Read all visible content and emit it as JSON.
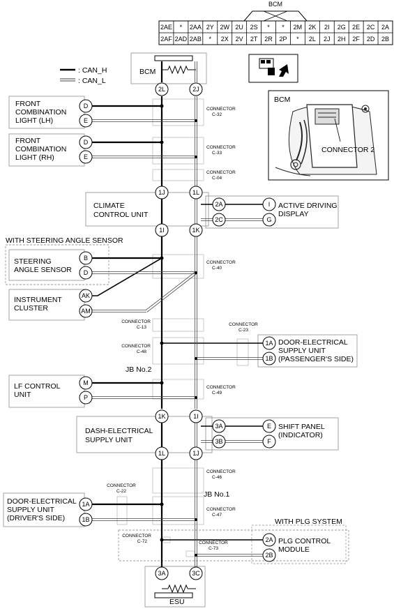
{
  "bcm_connector": {
    "title": "BCM",
    "row1": [
      "2AE",
      "*",
      "2AA",
      "2Y",
      "2W",
      "2U",
      "2S",
      "*",
      "*",
      "2M",
      "2K",
      "2I",
      "2G",
      "2E",
      "2C",
      "2A"
    ],
    "row2": [
      "2AF",
      "2AD",
      "2AB",
      "*",
      "2X",
      "2V",
      "2T",
      "2R",
      "2P",
      "*",
      "2L",
      "2J",
      "2H",
      "2F",
      "2D",
      "2B"
    ]
  },
  "legend": {
    "can_h": ": CAN_H",
    "can_l": ": CAN_L"
  },
  "inset": {
    "bcm": "BCM",
    "connector": "CONNECTOR 2"
  },
  "components": {
    "bcm": "BCM",
    "front_comb_lh": [
      "FRONT",
      "COMBINATION",
      "LIGHT (LH)"
    ],
    "front_comb_rh": [
      "FRONT",
      "COMBINATION",
      "LIGHT (RH)"
    ],
    "climate": [
      "CLIMATE",
      "CONTROL UNIT"
    ],
    "active_driving": [
      "ACTIVE DRIVING",
      "DISPLAY"
    ],
    "steering_group": "WITH STEERING ANGLE SENSOR",
    "steering": [
      "STEERING",
      "ANGLE SENSOR"
    ],
    "instrument": [
      "INSTRUMENT",
      "CLUSTER"
    ],
    "door_passenger": [
      "DOOR-ELECTRICAL",
      "SUPPLY UNIT",
      "(PASSENGER'S SIDE)"
    ],
    "jb2": "JB No.2",
    "lf_control": [
      "LF CONTROL",
      "UNIT"
    ],
    "dash_supply": [
      "DASH-ELECTRICAL",
      "SUPPLY UNIT"
    ],
    "shift_panel": [
      "SHIFT PANEL",
      "(INDICATOR)"
    ],
    "jb1": "JB No.1",
    "door_driver": [
      "DOOR-ELECTRICAL",
      "SUPPLY UNIT",
      "(DRIVER'S SIDE)"
    ],
    "plg_group": "WITH PLG SYSTEM",
    "plg": [
      "PLG CONTROL",
      "MODULE"
    ],
    "esu": "ESU"
  },
  "connectors": [
    {
      "name": "CONNECTOR",
      "id": "C-32"
    },
    {
      "name": "CONNECTOR",
      "id": "C-33"
    },
    {
      "name": "CONNECTOR",
      "id": "C-04"
    },
    {
      "name": "CONNECTOR",
      "id": "C-40"
    },
    {
      "name": "CONNECTOR",
      "id": "C-13"
    },
    {
      "name": "CONNECTOR",
      "id": "C-23"
    },
    {
      "name": "CONNECTOR",
      "id": "C-48"
    },
    {
      "name": "CONNECTOR",
      "id": "C-49"
    },
    {
      "name": "CONNECTOR",
      "id": "C-46"
    },
    {
      "name": "CONNECTOR",
      "id": "C-22"
    },
    {
      "name": "CONNECTOR",
      "id": "C-47"
    },
    {
      "name": "CONNECTOR",
      "id": "C-72"
    },
    {
      "name": "CONNECTOR",
      "id": "C-73"
    }
  ],
  "pins": {
    "bcm_h": "2L",
    "bcm_l": "2J",
    "flh_h": "D",
    "flh_l": "E",
    "frh_h": "D",
    "frh_l": "E",
    "clim_top_h": "1J",
    "clim_top_l": "1L",
    "clim_bot_h": "1I",
    "clim_bot_l": "1K",
    "clim_out_h": "2A",
    "clim_out_l": "2C",
    "adu_h": "I",
    "adu_l": "G",
    "sas_h": "B",
    "sas_l": "D",
    "ic_h": "AK",
    "ic_l": "AM",
    "dp_h": "1A",
    "dp_l": "1B",
    "lf_h": "M",
    "lf_l": "P",
    "dash_top_h": "1K",
    "dash_top_l": "1I",
    "dash_bot_h": "1L",
    "dash_bot_l": "1J",
    "dash_out_h": "3A",
    "dash_out_l": "3B",
    "sp_h": "E",
    "sp_l": "F",
    "dd_h": "1A",
    "dd_l": "1B",
    "plg_h": "2A",
    "plg_l": "2B",
    "esu_h": "3A",
    "esu_l": "3C"
  }
}
